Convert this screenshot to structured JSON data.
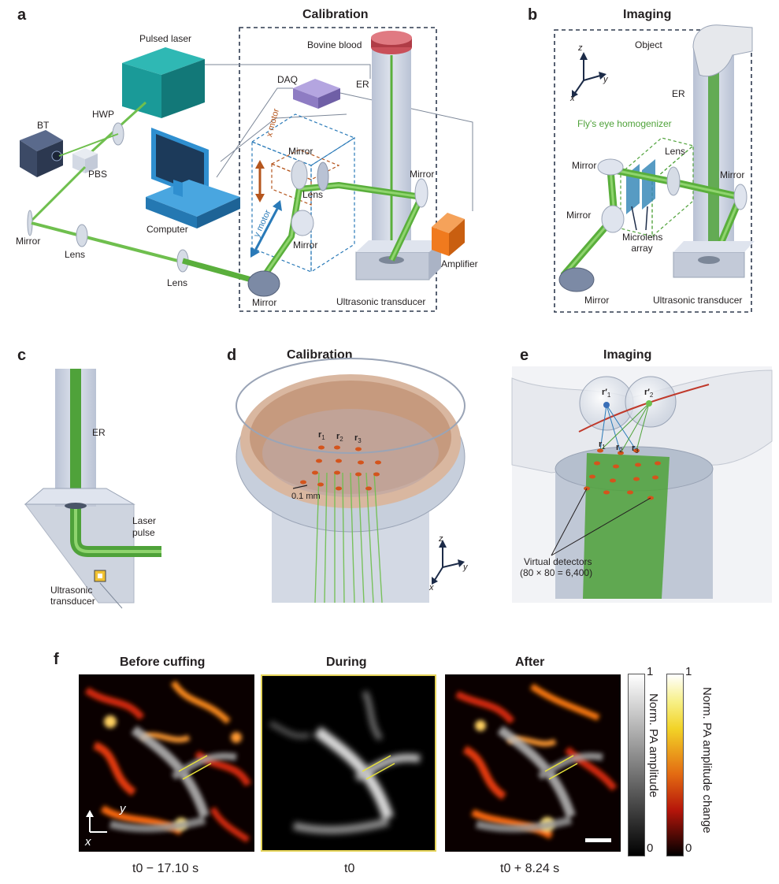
{
  "panels": {
    "a": {
      "letter": "a",
      "title": "Calibration"
    },
    "b": {
      "letter": "b",
      "title": "Imaging"
    },
    "c": {
      "letter": "c"
    },
    "d": {
      "letter": "d",
      "title": "Calibration"
    },
    "e": {
      "letter": "e",
      "title": "Imaging"
    },
    "f": {
      "letter": "f"
    }
  },
  "labels_a": {
    "pulsed_laser": "Pulsed laser",
    "bovine_blood": "Bovine blood",
    "daq": "DAQ",
    "er": "ER",
    "hwp": "HWP",
    "bt": "BT",
    "pbs": "PBS",
    "x_motor": "x motor",
    "y_motor": "y motor",
    "mirror_top": "Mirror",
    "lens_mid": "Lens",
    "mirror_right": "Mirror",
    "mirror_mid": "Mirror",
    "computer": "Computer",
    "mirror_left": "Mirror",
    "lens_left": "Lens",
    "lens_bottom": "Lens",
    "amplifier": "Amplifier",
    "mirror_bottom": "Mirror",
    "ultrasonic_transducer": "Ultrasonic transducer"
  },
  "labels_b": {
    "object": "Object",
    "er": "ER",
    "axis_z": "z",
    "axis_y": "y",
    "axis_x": "x",
    "flys_eye": "Fly's eye homogenizer",
    "mirror_top": "Mirror",
    "lens": "Lens",
    "mirror_right": "Mirror",
    "mirror_mid": "Mirror",
    "microlens_array": "Microlens array",
    "mirror_bottom": "Mirror",
    "ultrasonic_transducer": "Ultrasonic transducer"
  },
  "labels_c": {
    "er": "ER",
    "laser_pulse": "Laser pulse",
    "ultrasonic_transducer": "Ultrasonic transducer"
  },
  "labels_d": {
    "r1": "r",
    "r1_sub": "1",
    "r2": "r",
    "r2_sub": "2",
    "r3": "r",
    "r3_sub": "3",
    "scale": "0.1 mm",
    "axis_z": "z",
    "axis_y": "y",
    "axis_x": "x"
  },
  "labels_e": {
    "rp1": "r′",
    "rp1_sub": "1",
    "rp2": "r′",
    "rp2_sub": "2",
    "r1": "r",
    "r1_sub": "1",
    "r2": "r",
    "r2_sub": "2",
    "r3": "r",
    "r3_sub": "3",
    "virtual_detectors": "Virtual detectors",
    "virtual_detectors_count": "(80 × 80 = 6,400)"
  },
  "panel_f": {
    "titles": [
      "Before cuffing",
      "During",
      "After"
    ],
    "times": [
      "t0 − 17.10 s",
      "t0",
      "t0 + 8.24 s"
    ],
    "axis_y": "y",
    "axis_x": "x",
    "colorbar_gray": {
      "label": "Norm. PA amplitude",
      "max": "1",
      "min": "0"
    },
    "colorbar_hot": {
      "label": "Norm. PA amplitude change",
      "max": "1",
      "min": "0"
    }
  },
  "colors": {
    "beam_green": "#6fbf4e",
    "dashed_box": "#2e3a4f",
    "x_motor": "#b5561e",
    "y_motor": "#2a7ab8",
    "laser_teal": "#1a9a98",
    "amplifier_orange": "#f07a1e",
    "daq_purple": "#8e7cc3",
    "computer_blue": "#2f8fd0"
  }
}
